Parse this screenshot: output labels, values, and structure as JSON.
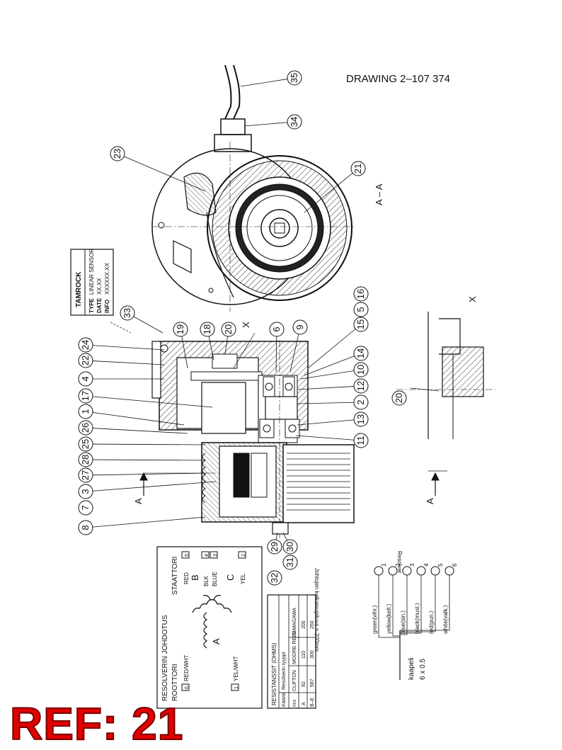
{
  "drawing_title": "DRAWING 2–107 374",
  "ref_label": "REF: 21",
  "section_label": "A – A",
  "detail_label": "X",
  "arrow_label": "A",
  "nameplate": {
    "brand": "TAMROCK",
    "rows": [
      {
        "key": "TYPE",
        "value": "LINEAR SENSOR"
      },
      {
        "key": "DATE",
        "value": "XX.XX"
      },
      {
        "key": "INFO",
        "value": "XXXXXX.XX"
      }
    ]
  },
  "callouts_top": [
    "35",
    "34",
    "23",
    "21"
  ],
  "callouts_left": [
    "24",
    "22",
    "4",
    "17",
    "1",
    "26",
    "25",
    "28",
    "27",
    "3",
    "7",
    "8"
  ],
  "callouts_mid": [
    "33",
    "19",
    "18",
    "20",
    "6",
    "9",
    "15",
    "5",
    "16",
    "14",
    "10",
    "12",
    "2",
    "13",
    "11"
  ],
  "callouts_bottom": [
    "29",
    "30",
    "31",
    "32"
  ],
  "detail_callout": "20",
  "wiring": {
    "title": "RESOLVERIN JOHDOTUS",
    "rotor": "ROOTTORI",
    "stator": "STAATTORI",
    "coil_a": "A",
    "coil_b": "B",
    "coil_c": "C",
    "rotor_wires": [
      {
        "term": "6",
        "label": "RED/WHT"
      },
      {
        "term": "1",
        "label": "YEL/WHT"
      }
    ],
    "stator_wires": [
      {
        "term": "5",
        "label": "RED"
      },
      {
        "term": "4",
        "label": "BLK"
      },
      {
        "term": "3",
        "label": "BLUE"
      },
      {
        "term": "2",
        "label": "YEL"
      }
    ]
  },
  "resistance": {
    "title": "RESISTANSSIT (OHMS)",
    "header": [
      "Käämi",
      "Resolverin tyyppi",
      "",
      ""
    ],
    "subheader": [
      "nro",
      "CLIFTON",
      "MOORE REED",
      "TAMAGAWA"
    ],
    "rows": [
      [
        "A",
        "92",
        "110",
        "205"
      ],
      [
        "B–E",
        "587",
        "300",
        "250"
      ]
    ]
  },
  "footnote": "Johtojen kalkaisupituus n.200mm",
  "resolver": {
    "label": "Resolver",
    "cable_label": "kaapeli",
    "cable_spec": "6 x 0.5",
    "wires": [
      {
        "num": "1",
        "name": "green(vihr.)"
      },
      {
        "num": "2",
        "name": "yellow(kelt.)"
      },
      {
        "num": "3",
        "name": "blue(sin.)"
      },
      {
        "num": "4",
        "name": "black(must.)"
      },
      {
        "num": "5",
        "name": "red(pun.)"
      },
      {
        "num": "6",
        "name": "white(valk.)"
      }
    ]
  }
}
